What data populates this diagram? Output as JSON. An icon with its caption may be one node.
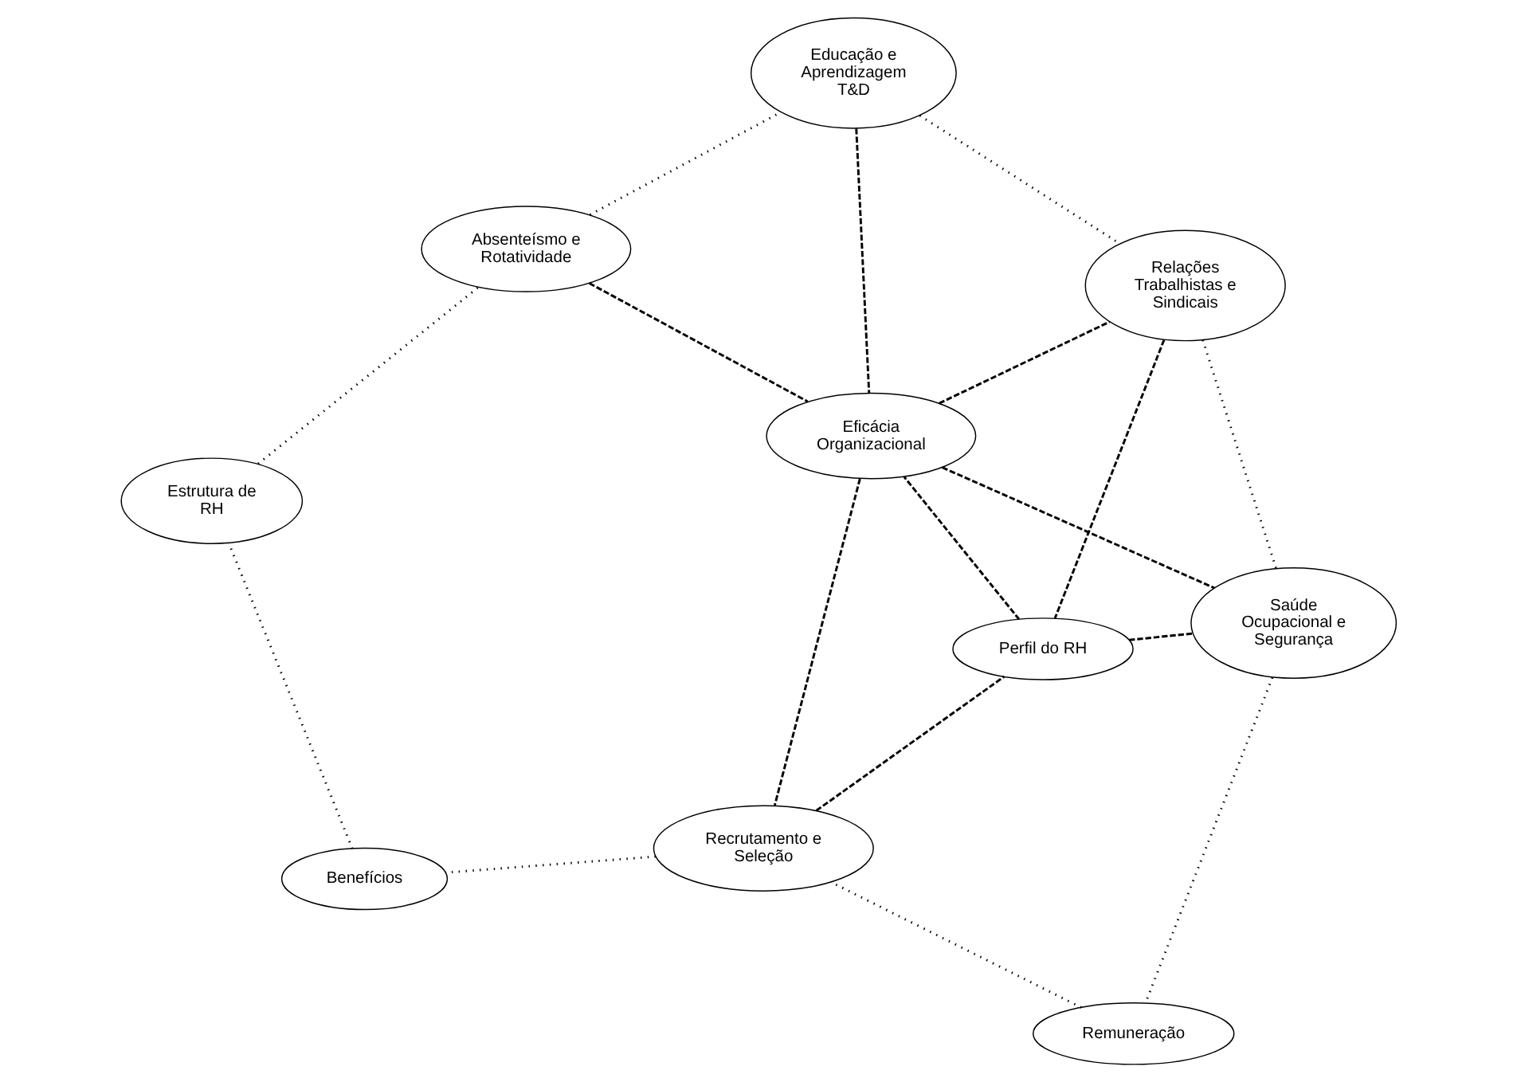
{
  "diagram": {
    "nodes": [
      {
        "text": [
          "Absenteísmo e Rotatividade"
        ]
      },
      {
        "text": [
          "Educação e Aprendizagem T&D"
        ]
      },
      {
        "text": [
          "Estrutura de RH"
        ]
      },
      {
        "text": [
          "Eficácia Organizacional"
        ]
      },
      {
        "text": [
          "Relações Trabalhistas e Sindicais"
        ]
      },
      {
        "text": [
          "Benefícios"
        ]
      },
      {
        "text": [
          "Perfil do RH"
        ]
      },
      {
        "text": [
          "Saúde Ocupacional e Segurança"
        ]
      },
      {
        "text": [
          "Recrutamento e Seleção"
        ]
      },
      {
        "text": [
          "Remuneração"
        ]
      }
    ],
    "edges": [
      {
        "from": 0,
        "to": 1,
        "arrow": "none"
      },
      {
        "from": 1,
        "to": 4,
        "arrow": "none"
      },
      {
        "from": 4,
        "to": 7,
        "arrow": "none"
      },
      {
        "from": 7,
        "to": 9,
        "arrow": "none"
      },
      {
        "from": 9,
        "to": 8,
        "arrow": "none"
      },
      {
        "from": 8,
        "to": 5,
        "arrow": "none"
      },
      {
        "from": 5,
        "to": 2,
        "arrow": "none"
      },
      {
        "from": 2,
        "to": 0,
        "arrow": "none"
      },
      {
        "from": 0,
        "to": 3,
        "arrow": "none",
        "style": "dashed"
      },
      {
        "from": 1,
        "to": 3,
        "arrow": "none",
        "style": "dashed"
      },
      {
        "from": 3,
        "to": 4,
        "arrow": "none",
        "style": "dashed"
      },
      {
        "from": 4,
        "to": 6,
        "arrow": "none",
        "style": "dashed"
      },
      {
        "from": 6,
        "to": 7,
        "arrow": "none",
        "style": "dashed"
      },
      {
        "from": 8,
        "to": 6,
        "arrow": "none",
        "style": "dashed"
      },
      {
        "from": 3,
        "to": 7,
        "arrow": "none",
        "style": "dashed"
      },
      {
        "from": 3,
        "to": 8,
        "arrow": "none",
        "style": "dashed"
      },
      {
        "from": 6,
        "to": 3,
        "arrow": "none",
        "style": "dashed"
      }
    ]
  }
}
